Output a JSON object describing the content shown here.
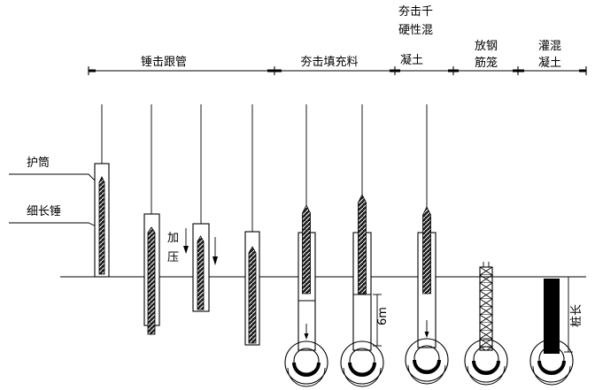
{
  "phases": {
    "hammer_casing": "锤击跟管",
    "tamp_fill": "夯击填充料",
    "tamp_concrete": [
      "夯击千",
      "硬性混",
      "凝土"
    ],
    "place_cage": [
      "放钢",
      "筋笼"
    ],
    "pour_concrete": [
      "灌混",
      "凝土"
    ]
  },
  "labels": {
    "casing": "护筒",
    "hammer": "细长锤",
    "pressure": [
      "加",
      "压"
    ],
    "depth": "6m",
    "pile_length": "桩长"
  }
}
